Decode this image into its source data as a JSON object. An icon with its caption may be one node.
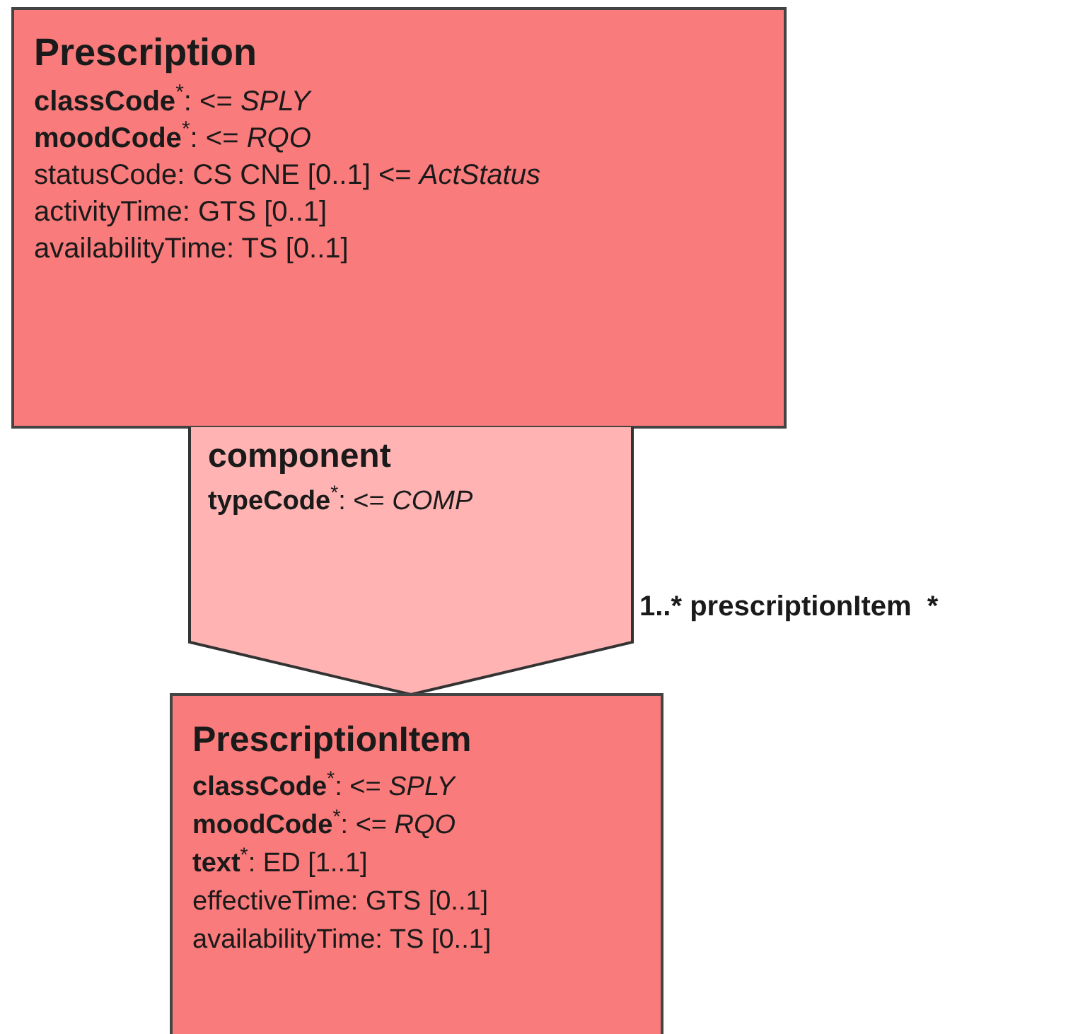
{
  "diagram": {
    "nodes": [
      {
        "text": [
          "Prescription",
          "**classCode**$^{*}$: <= *SPLY*",
          "**moodCode**$^{*}$: <= *RQO*",
          "statusCode: CS CNE [0..1] <= *ActStatus*",
          "activityTime: GTS [0..1]",
          "availabilityTime: TS [0..1]"
        ]
      },
      {
        "text": [
          "component",
          "**typeCode**$^{*}$: <= *COMP*"
        ],
        "beside": [
          "1..* prescriptionItem  *"
        ]
      },
      {
        "text": [
          "PrescriptionItem",
          "**classCode**$^{*}$: <= *SPLY*",
          "**moodCode**$^{*}$: <= *RQO*",
          "**text**$^{*}$: ED [1..1]",
          "effectiveTime: GTS [0..1]",
          "availabilityTime: TS [0..1]"
        ]
      }
    ]
  }
}
